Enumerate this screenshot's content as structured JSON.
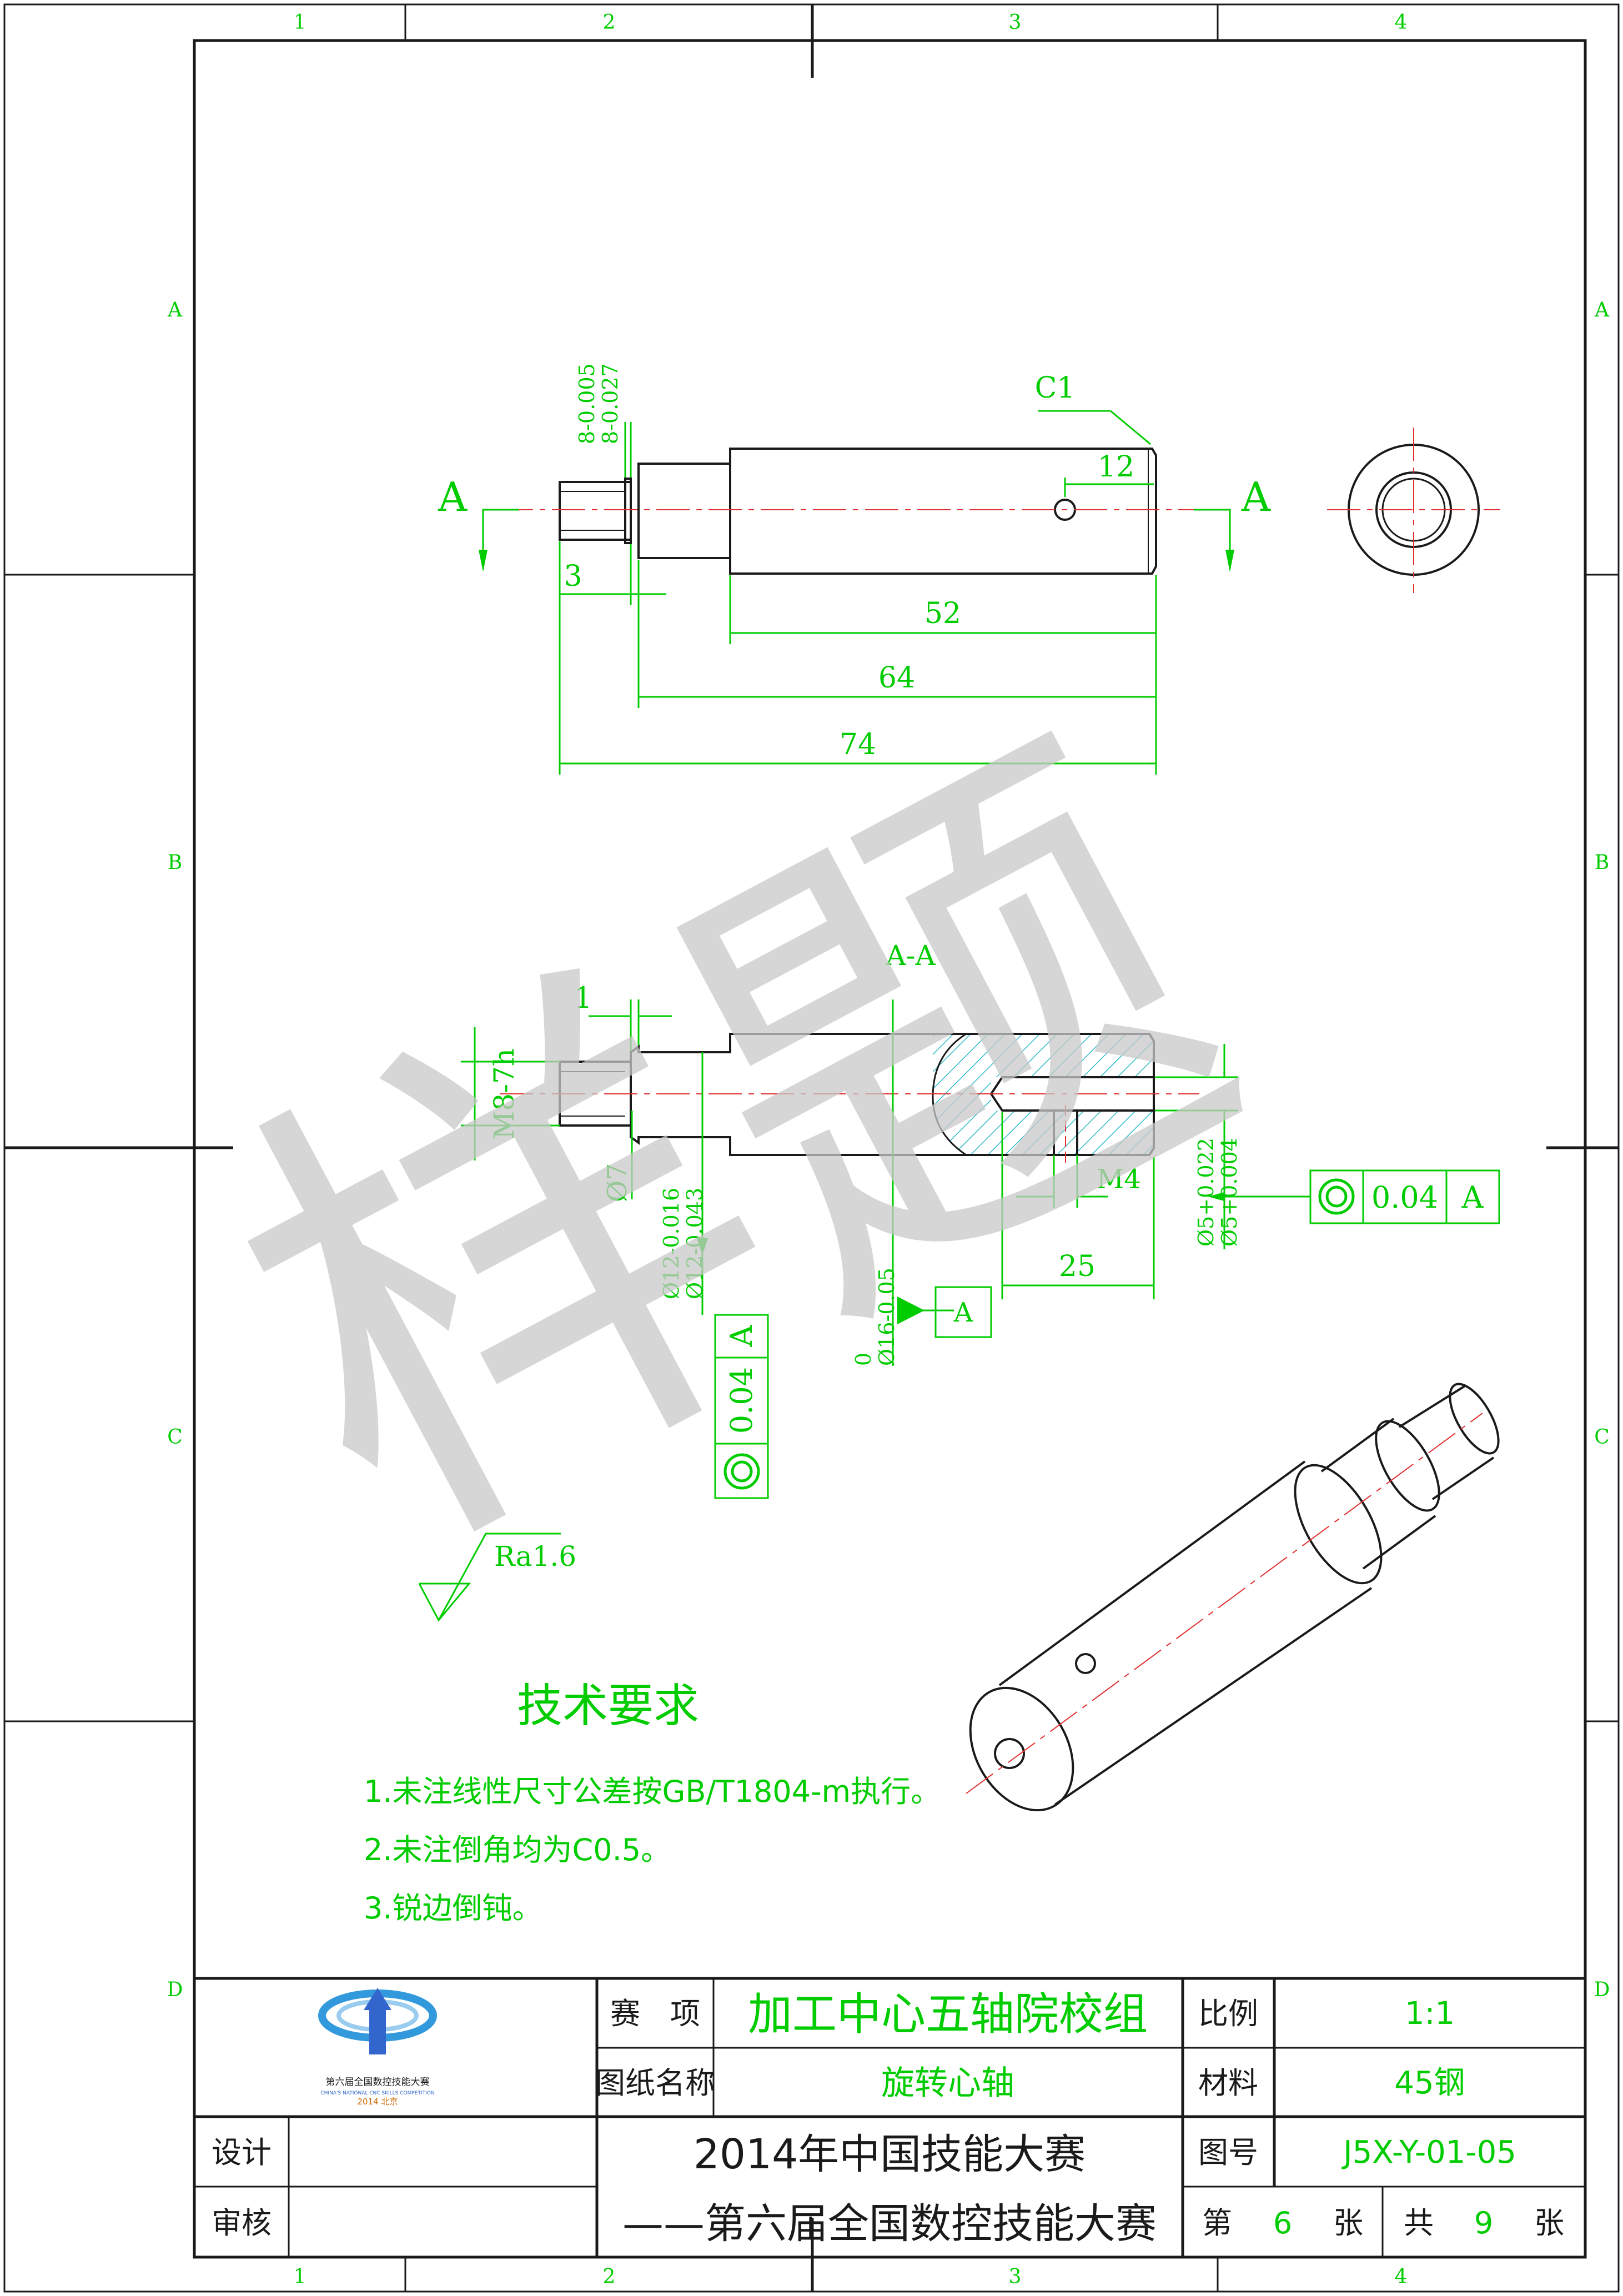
{
  "frame": {
    "zones_top": [
      "1",
      "2",
      "3",
      "4"
    ],
    "zones_side": [
      "A",
      "B",
      "C",
      "D"
    ]
  },
  "front_view": {
    "section_mark": "A",
    "chamfer": "C1",
    "dims": {
      "d12": "12",
      "d3": "3",
      "d52": "52",
      "d64": "64",
      "d74": "74",
      "tol8": "8-0.005\n8-0.027"
    }
  },
  "section_view": {
    "title": "A-A",
    "dims": {
      "d1": "1",
      "thread": "M8-7h",
      "d7": "Ø7",
      "d12": "Ø12-0.016\nØ12-0.043",
      "d16": "0\nØ16-0.05",
      "d25": "25",
      "m4": "M4",
      "d5": "Ø5+0.022\nØ5+0.004"
    },
    "datum": "A",
    "fcf_right": {
      "value": "0.04",
      "datum": "A"
    },
    "fcf_left": {
      "value": "0.04",
      "datum": "A"
    }
  },
  "roughness": "Ra1.6",
  "watermark": "样题",
  "tech": {
    "title": "技术要求",
    "items": [
      "1.未注线性尺寸公差按GB/T1804-m执行。",
      "2.未注倒角均为C0.5。",
      "3.锐边倒钝。"
    ]
  },
  "title_block": {
    "logo_text_cn": "第六届全国数控技能大赛",
    "logo_text_en": "CHINA'S NATIONAL CNC SKILLS COMPETITION",
    "logo_year": "2014 北京",
    "event_label": "赛　项",
    "event": "加工中心五轴院校组",
    "drawing_name_label": "图纸名称",
    "drawing_name": "旋转心轴",
    "scale_label": "比例",
    "scale": "1:1",
    "material_label": "材料",
    "material": "45钢",
    "number_label": "图号",
    "number": "J5X-Y-01-05",
    "design_label": "设计",
    "review_label": "审核",
    "competition_line1": "2014年中国技能大赛",
    "competition_line2": "——第六届全国数控技能大赛",
    "sheet_prefix": "第",
    "sheet_no": "6",
    "sheet_unit": "张",
    "total_prefix": "共",
    "total": "9",
    "total_unit": "张"
  },
  "colors": {
    "line": "#1a1a1a",
    "dim": "#00cc00",
    "center": "#e03030",
    "hatch": "#33bbcc",
    "watermark": "#c8c8c8"
  }
}
